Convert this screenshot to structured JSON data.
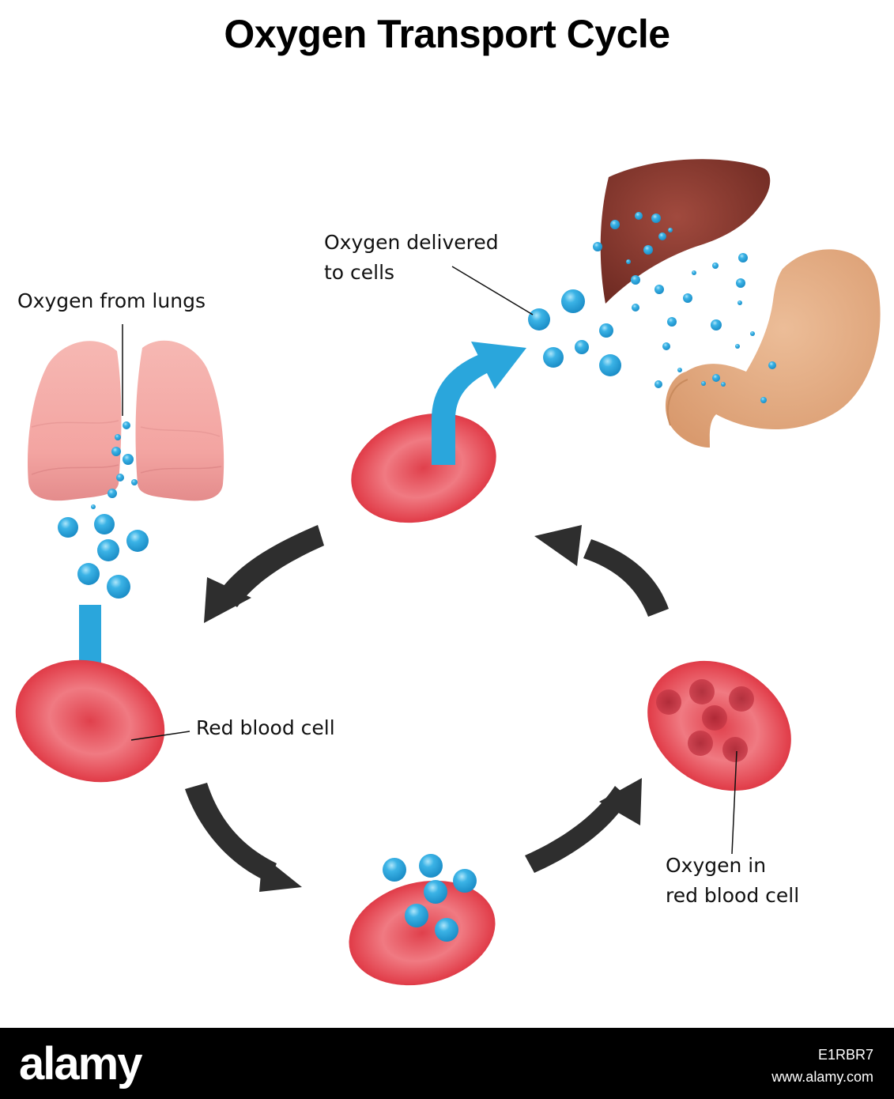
{
  "title": "Oxygen Transport Cycle",
  "labels": {
    "oxygen_from_lungs": "Oxygen from lungs",
    "oxygen_delivered_line1": "Oxygen delivered",
    "oxygen_delivered_line2": "to cells",
    "red_blood_cell": "Red blood cell",
    "oxygen_in_rbc_line1": "Oxygen in",
    "oxygen_in_rbc_line2": "red blood cell"
  },
  "footer": {
    "brand": "alamy",
    "image_id": "E1RBR7",
    "url": "www.alamy.com"
  },
  "colors": {
    "oxygen_blue": "#2aa6dc",
    "rbc_red": "#e8444e",
    "cycle_arrow": "#2e2e2e",
    "liver": "#8b3a30",
    "stomach": "#e3ad85",
    "lungs": "#f3a9a5"
  }
}
